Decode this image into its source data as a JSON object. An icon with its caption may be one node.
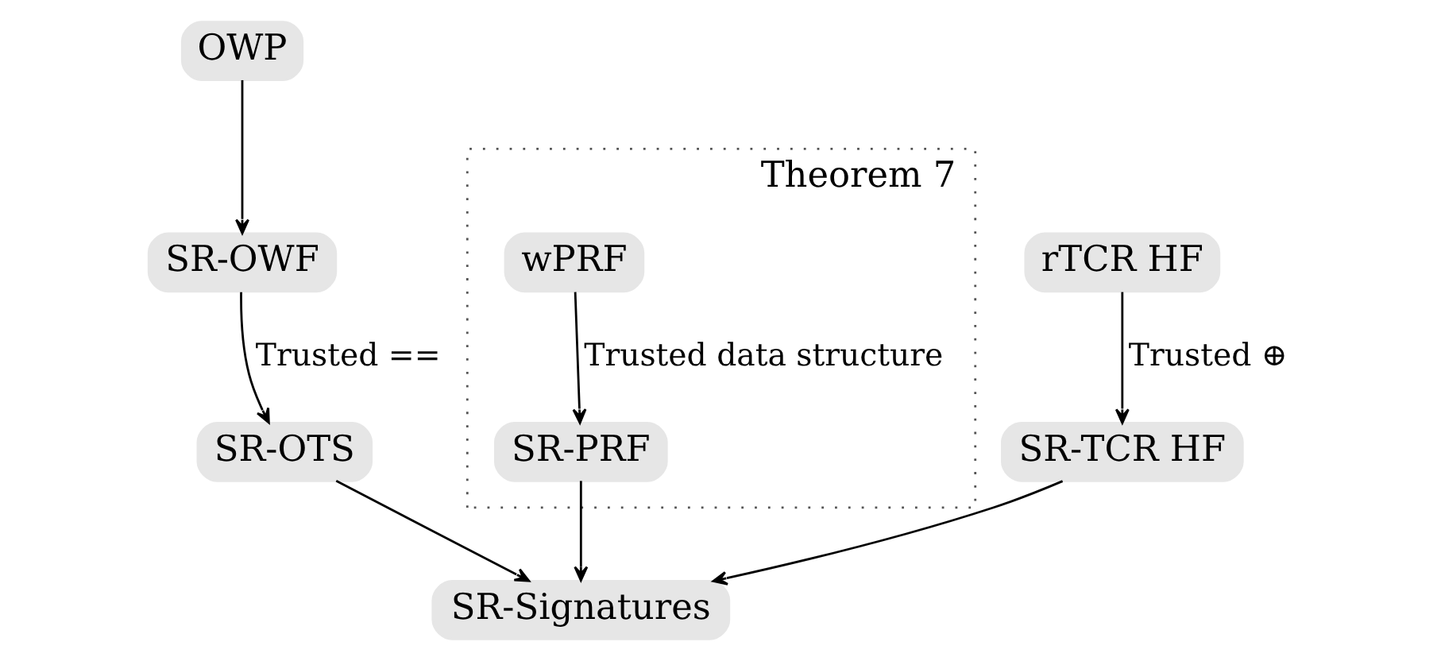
{
  "diagram": {
    "nodes": [
      {
        "text": [
          "OWP"
        ]
      },
      {
        "text": [
          "rTCR HF"
        ]
      },
      {
        "text": [
          "SR-OWF"
        ]
      },
      {
        "text": [
          "Theorem 7"
        ]
      },
      {
        "text": [
          "wPRF"
        ],
        "in": 3
      },
      {
        "text": [
          "SR-TCR HF"
        ]
      },
      {
        "text": [
          "SR-OTS"
        ]
      },
      {
        "text": [
          "SR-PRF"
        ],
        "in": 3
      },
      {
        "text": [
          "SR-Signatures"
        ]
      }
    ],
    "edges": [
      {
        "from": 0,
        "to": 2,
        "arrow": "to"
      },
      {
        "from": 1,
        "to": 5,
        "arrow": "to",
        "label": "Trusted ⊕"
      },
      {
        "from": 2,
        "to": 6,
        "arrow": "to",
        "label": "Trusted =="
      },
      {
        "from": 4,
        "to": 7,
        "arrow": "to",
        "label": "Trusted data structure"
      },
      {
        "from": 5,
        "to": 8,
        "arrow": "to"
      },
      {
        "from": 6,
        "to": 8,
        "arrow": "to"
      },
      {
        "from": 7,
        "to": 8,
        "arrow": "to"
      }
    ]
  }
}
